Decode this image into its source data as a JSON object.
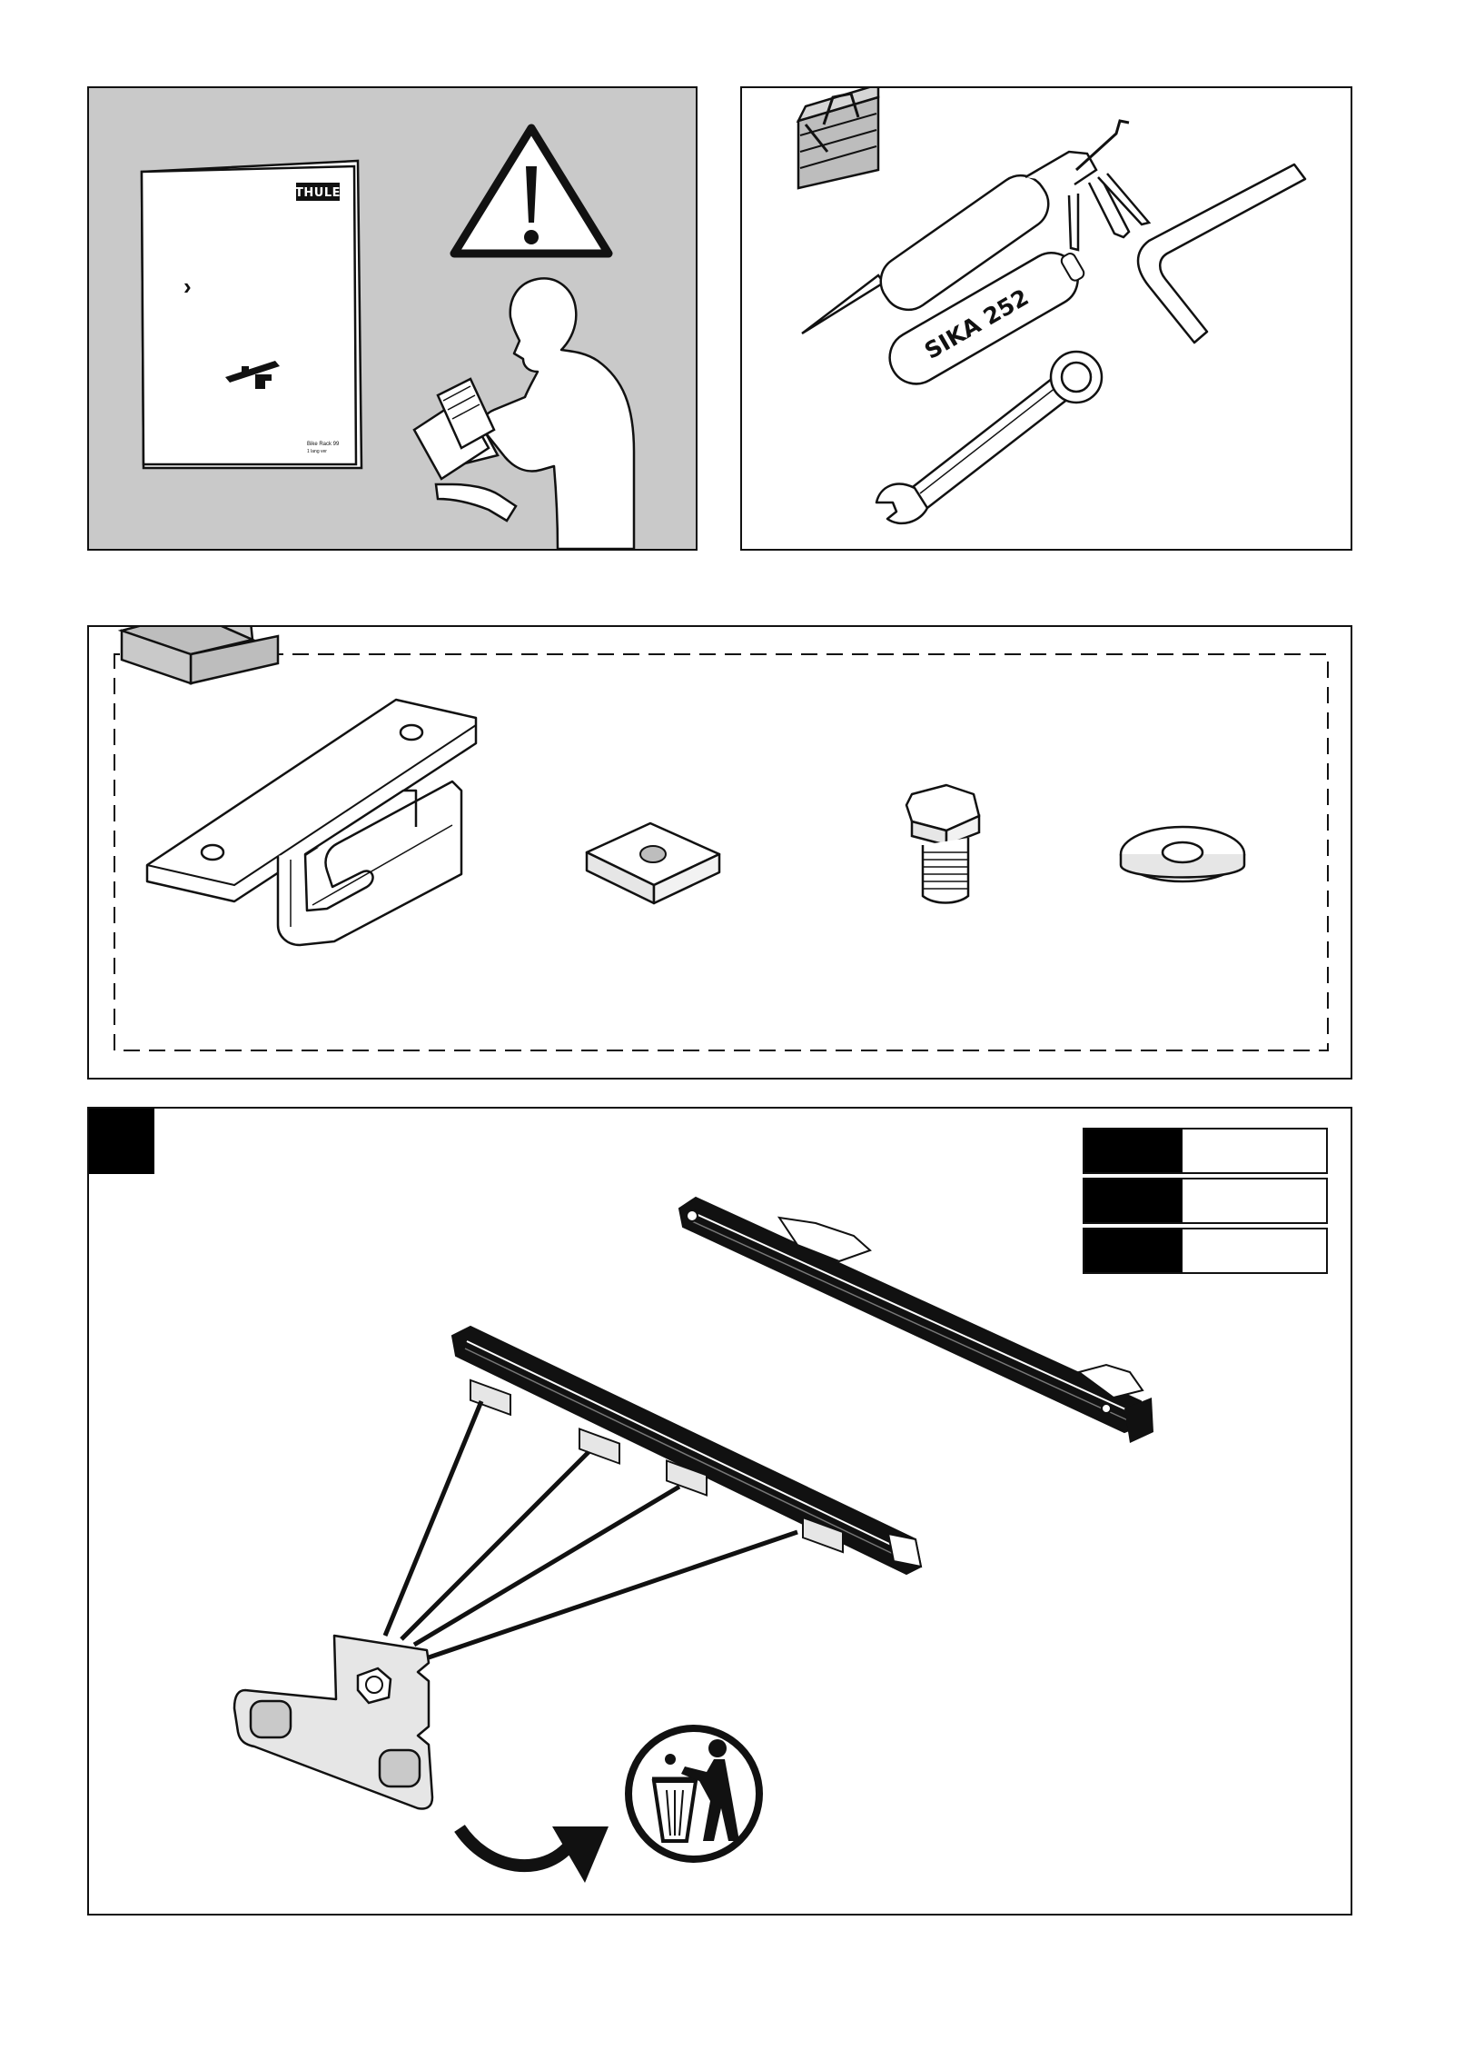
{
  "manual": {
    "brand": "THULE",
    "chevron": "›",
    "footer_line1": "Bike Rack 99",
    "footer_line2": "1 lang ver",
    "warning_icon": "warning-triangle-icon",
    "reader_icon": "person-reading-manual-icon"
  },
  "tools": {
    "sealant_label": "SIKA 252",
    "toolbox_icon": "toolbox-icon",
    "caulking_gun_icon": "caulking-gun-icon",
    "allen_key_icon": "allen-key-icon",
    "wrench_icon": "combination-wrench-icon"
  },
  "parts": {
    "box_icon": "open-box-icon",
    "items": [
      "bracket",
      "square-nut",
      "hex-bolt",
      "washer"
    ]
  },
  "step": {
    "number": "",
    "qty_rows": [
      "",
      "",
      ""
    ],
    "dispose_icon": "dispose-in-bin-icon",
    "arrow_icon": "curved-arrow-icon"
  },
  "colors": {
    "panel_gray": "#c9c9c9",
    "ink": "#111111",
    "part_fill": "#e6e6e6"
  }
}
